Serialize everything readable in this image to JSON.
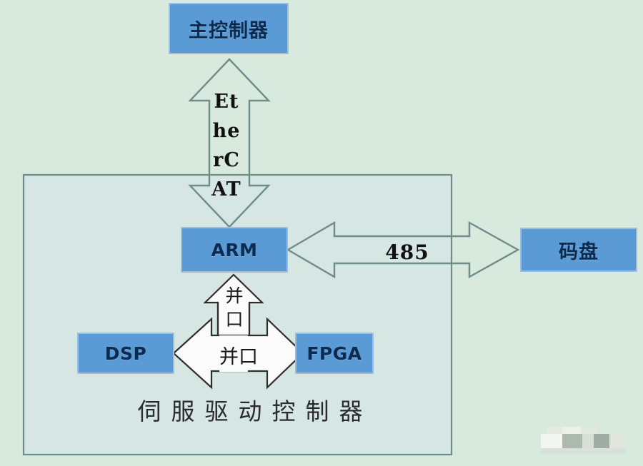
{
  "diagram": {
    "title_caption": "伺服驱动控制器",
    "background_color": "#d8e9dd",
    "panel_color": "#d6e7e3",
    "box_fill": "#5b9bd5",
    "box_border": "#9dbfdd",
    "arrow_stroke": "#5f7f7c",
    "arrow_fill_white": "#fbfbfb",
    "boxes": [
      {
        "id": "master",
        "label": "主控制器",
        "lang": "cn"
      },
      {
        "id": "arm",
        "label": "ARM",
        "lang": "en"
      },
      {
        "id": "encoder",
        "label": "码盘",
        "lang": "cn"
      },
      {
        "id": "dsp",
        "label": "DSP",
        "lang": "en"
      },
      {
        "id": "fpga",
        "label": "FPGA",
        "lang": "en"
      }
    ],
    "connections": [
      {
        "id": "ethercat",
        "from": "master",
        "to": "arm",
        "label": "Et\nhe\nrC\nAT",
        "label_plain": "EtherCAT",
        "orientation": "vertical",
        "heads": "both",
        "style": "outline"
      },
      {
        "id": "rs485",
        "from": "arm",
        "to": "encoder",
        "label": "485",
        "orientation": "horizontal",
        "heads": "both",
        "style": "outline"
      },
      {
        "id": "parallel-port-vertical",
        "from": "dsp-fpga-bus",
        "to": "arm",
        "label": "并\n口",
        "label_plain": "并口",
        "orientation": "vertical",
        "heads": "up",
        "style": "white-fill"
      },
      {
        "id": "parallel-port-horizontal",
        "from": "dsp",
        "to": "fpga",
        "label": "并口",
        "orientation": "horizontal",
        "heads": "both",
        "style": "white-fill"
      }
    ],
    "container": {
      "name": "servo-drive-controller-enclosure",
      "caption": "伺服驱动控制器"
    },
    "watermark": {
      "present": true,
      "description": "mosaic-blurred watermark"
    }
  }
}
